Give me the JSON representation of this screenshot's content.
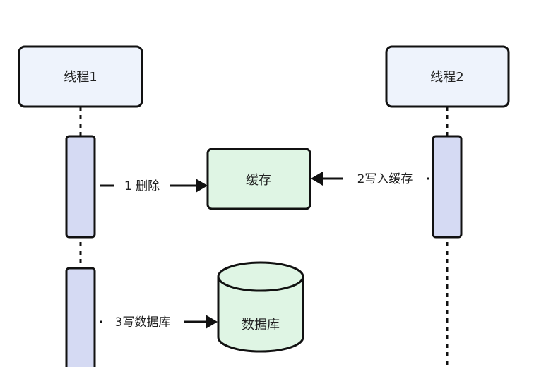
{
  "diagram": {
    "type": "sequence",
    "participants": [
      {
        "id": "thread1",
        "label": "线程1"
      },
      {
        "id": "thread2",
        "label": "线程2"
      }
    ],
    "nodes": {
      "cache": {
        "label": "缓存",
        "shape": "rounded-rect"
      },
      "database": {
        "label": "数据库",
        "shape": "cylinder"
      }
    },
    "messages": [
      {
        "from": "thread1",
        "to": "cache",
        "label": "1 删除"
      },
      {
        "from": "thread2",
        "to": "cache",
        "label": "2写入缓存"
      },
      {
        "from": "thread1",
        "to": "database",
        "label": "3写数据库"
      }
    ],
    "colors": {
      "participant_fill": "#EEF3FC",
      "activation_fill": "#D5DAF3",
      "node_fill": "#DFF5E4",
      "stroke": "#111111"
    }
  }
}
